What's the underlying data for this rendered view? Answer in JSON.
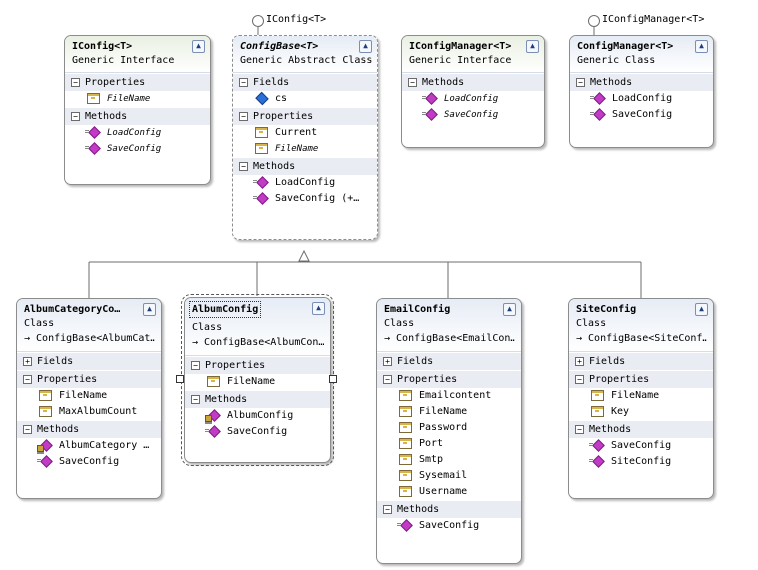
{
  "interfaces_lollipop": [
    {
      "label": "IConfig<T>"
    },
    {
      "label": "IConfigManager<T>"
    }
  ],
  "boxes": {
    "iconfig": {
      "title": "IConfig<T>",
      "kind": "Generic Interface",
      "sections": [
        {
          "name": "Properties",
          "items": [
            {
              "label": "FileName",
              "icon": "property-icon"
            }
          ]
        },
        {
          "name": "Methods",
          "items": [
            {
              "label": "LoadConfig",
              "icon": "method-icon"
            },
            {
              "label": "SaveConfig",
              "icon": "method-icon"
            }
          ]
        }
      ]
    },
    "configbase": {
      "title": "ConfigBase<T>",
      "kind": "Generic Abstract Class",
      "sections": [
        {
          "name": "Fields",
          "items": [
            {
              "label": "cs",
              "icon": "field-icon"
            }
          ]
        },
        {
          "name": "Properties",
          "items": [
            {
              "label": "Current",
              "icon": "property-icon"
            },
            {
              "label": "FileName",
              "icon": "property-icon"
            }
          ]
        },
        {
          "name": "Methods",
          "items": [
            {
              "label": "LoadConfig",
              "icon": "method-icon"
            },
            {
              "label": "SaveConfig   (+…",
              "icon": "method-icon"
            }
          ]
        }
      ]
    },
    "iconfigmanager": {
      "title": "IConfigManager<T>",
      "kind": "Generic Interface",
      "sections": [
        {
          "name": "Methods",
          "items": [
            {
              "label": "LoadConfig",
              "icon": "method-icon"
            },
            {
              "label": "SaveConfig",
              "icon": "method-icon"
            }
          ]
        }
      ]
    },
    "configmanager": {
      "title": "ConfigManager<T>",
      "kind": "Generic Class",
      "sections": [
        {
          "name": "Methods",
          "items": [
            {
              "label": "LoadConfig",
              "icon": "method-icon"
            },
            {
              "label": "SaveConfig",
              "icon": "method-icon"
            }
          ]
        }
      ]
    },
    "albumcategory": {
      "title": "AlbumCategoryCo…",
      "kind": "Class",
      "base": "→ ConfigBase<AlbumCat…",
      "sections": [
        {
          "name": "Fields",
          "collapsed": true,
          "items": []
        },
        {
          "name": "Properties",
          "items": [
            {
              "label": "FileName",
              "icon": "property-icon"
            },
            {
              "label": "MaxAlbumCount",
              "icon": "property-icon"
            }
          ]
        },
        {
          "name": "Methods",
          "items": [
            {
              "label": "AlbumCategory …",
              "icon": "method-icon"
            },
            {
              "label": "SaveConfig",
              "icon": "method-icon"
            }
          ]
        }
      ]
    },
    "albumconfig": {
      "title": "AlbumConfig",
      "kind": "Class",
      "base": "→ ConfigBase<AlbumCon…",
      "sections": [
        {
          "name": "Properties",
          "items": [
            {
              "label": "FileName",
              "icon": "property-icon"
            }
          ]
        },
        {
          "name": "Methods",
          "items": [
            {
              "label": "AlbumConfig",
              "icon": "method-icon"
            },
            {
              "label": "SaveConfig",
              "icon": "method-icon"
            }
          ]
        }
      ]
    },
    "emailconfig": {
      "title": "EmailConfig",
      "kind": "Class",
      "base": "→ ConfigBase<EmailCon…",
      "sections": [
        {
          "name": "Fields",
          "collapsed": true,
          "items": []
        },
        {
          "name": "Properties",
          "items": [
            {
              "label": "Emailcontent",
              "icon": "property-icon"
            },
            {
              "label": "FileName",
              "icon": "property-icon"
            },
            {
              "label": "Password",
              "icon": "property-icon"
            },
            {
              "label": "Port",
              "icon": "property-icon"
            },
            {
              "label": "Smtp",
              "icon": "property-icon"
            },
            {
              "label": "Sysemail",
              "icon": "property-icon"
            },
            {
              "label": "Username",
              "icon": "property-icon"
            }
          ]
        },
        {
          "name": "Methods",
          "items": [
            {
              "label": "SaveConfig",
              "icon": "method-icon"
            }
          ]
        }
      ]
    },
    "siteconfig": {
      "title": "SiteConfig",
      "kind": "Class",
      "base": "→ ConfigBase<SiteConf…",
      "sections": [
        {
          "name": "Fields",
          "collapsed": true,
          "items": []
        },
        {
          "name": "Properties",
          "items": [
            {
              "label": "FileName",
              "icon": "property-icon"
            },
            {
              "label": "Key",
              "icon": "property-icon"
            }
          ]
        },
        {
          "name": "Methods",
          "items": [
            {
              "label": "SaveConfig",
              "icon": "method-icon"
            },
            {
              "label": "SiteConfig",
              "icon": "method-icon"
            }
          ]
        }
      ]
    }
  }
}
